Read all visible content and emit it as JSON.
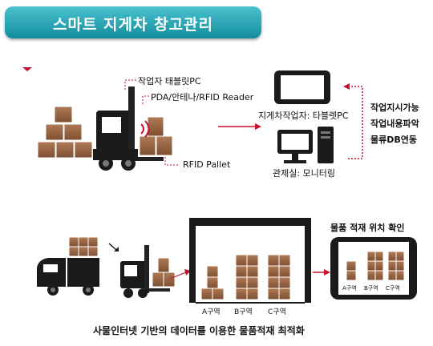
{
  "title": "스마트 지게차 창고관리",
  "top": {
    "forklift_labels": [
      "작업자 태블릿PC",
      "PDA/안테나/RFID Reader",
      "RFID Pallet"
    ],
    "tablet_label": "지게차작업자: 타블렛PC",
    "monitor_label": "관제실: 모니터링",
    "functions": [
      "작업지시가능",
      "작업내용파악",
      "물류DB연동"
    ]
  },
  "bottom": {
    "confirm_title": "물품 적재 위치 확인",
    "zones": [
      "A구역",
      "B구역",
      "C구역"
    ],
    "tablet_zones": [
      "A구역",
      "B구역",
      "C구역"
    ],
    "caption": "사물인터넷 기반의 데이터를 이용한 물품적재 최적화"
  },
  "colors": {
    "banner": "#1a9aab",
    "accent": "#c8102e",
    "box": "#8a5a3b"
  }
}
